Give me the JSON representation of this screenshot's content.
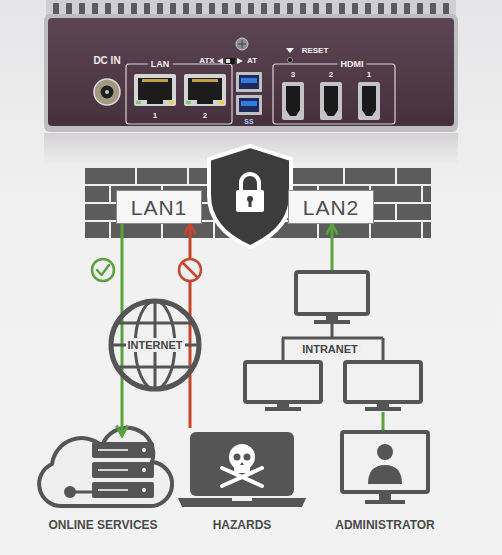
{
  "diagram": {
    "nodes": [
      {
        "text": [
          "LAN1"
        ]
      },
      {
        "text": [
          "LAN2"
        ]
      },
      {
        "text": [
          "INTERNET"
        ]
      },
      {
        "text": [
          "INTRANET"
        ]
      },
      {
        "text": [
          "ONLINE SERVICES"
        ]
      },
      {
        "text": [
          "HAZARDS"
        ]
      },
      {
        "text": [
          "ADMINISTRATOR"
        ]
      }
    ],
    "edges": [
      {
        "from": 0,
        "to": 4,
        "arrow": "to"
      },
      {
        "from": 5,
        "to": 0,
        "arrow": "to"
      },
      {
        "from": 3,
        "to": 1,
        "arrow": "to"
      },
      {
        "from": 3,
        "to": 6,
        "arrow": "none"
      }
    ],
    "labels": [
      "DC IN",
      "LAN",
      "ATX",
      "AT",
      "RESET",
      "HDMI",
      "3",
      "2",
      "1",
      "1",
      "2",
      "SS"
    ]
  }
}
